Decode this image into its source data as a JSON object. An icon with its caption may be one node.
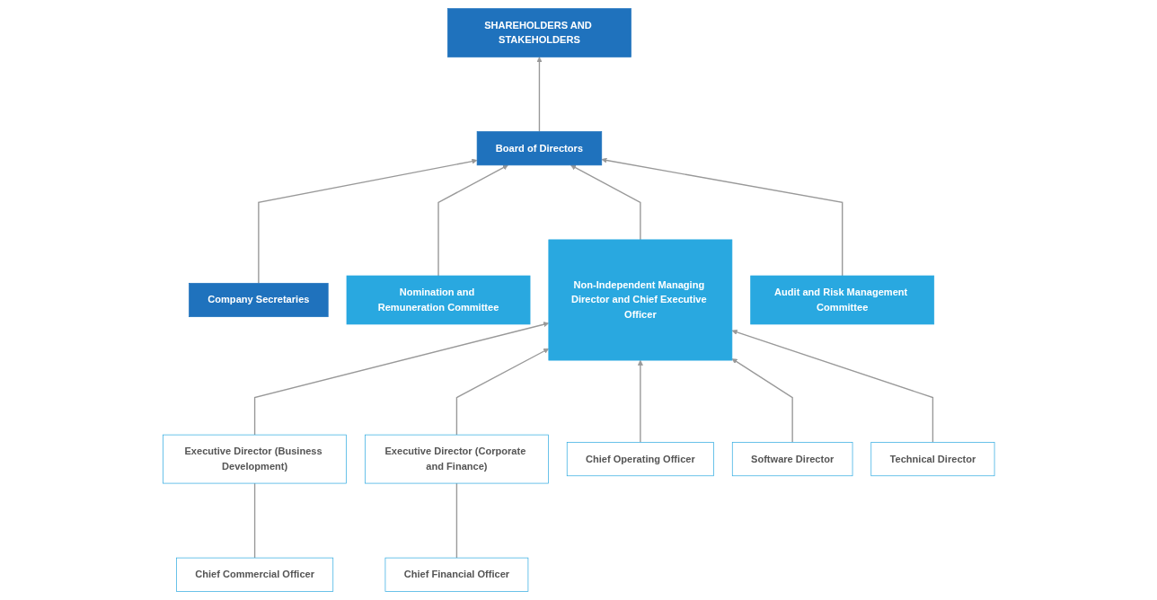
{
  "diagram": {
    "nodes": [
      {
        "text": [
          "SHAREHOLDERS AND STAKEHOLDERS"
        ]
      },
      {
        "text": [
          "Company Secretaries"
        ]
      },
      {
        "text": [
          "Board of Directors"
        ]
      },
      {
        "text": [
          "Nomination and Remuneration Committee"
        ]
      },
      {
        "text": [
          "Non-Independent Managing Director and Chief Executive Officer"
        ]
      },
      {
        "text": [
          "Audit and Risk Management Committee"
        ]
      },
      {
        "text": [
          "Executive Director (Business Development)"
        ]
      },
      {
        "text": [
          "Executive Director (Corporate and Finance)"
        ]
      },
      {
        "text": [
          "Chief Commercial Officer"
        ]
      },
      {
        "text": [
          "Chief Financial Officer"
        ]
      },
      {
        "text": [
          "Chief Operating Officer"
        ]
      },
      {
        "text": [
          "Software Director"
        ]
      },
      {
        "text": [
          "Technical Director"
        ]
      }
    ],
    "edges": [
      {
        "from": 2,
        "to": 0,
        "arrow": "to"
      },
      {
        "from": 1,
        "to": 2,
        "arrow": "to"
      },
      {
        "from": 3,
        "to": 2,
        "arrow": "to"
      },
      {
        "from": 4,
        "to": 2,
        "arrow": "to"
      },
      {
        "from": 5,
        "to": 2,
        "arrow": "to"
      },
      {
        "from": 6,
        "to": 4,
        "arrow": "to"
      },
      {
        "from": 7,
        "to": 4,
        "arrow": "to"
      },
      {
        "from": 10,
        "to": 4,
        "arrow": "to"
      },
      {
        "from": 11,
        "to": 4,
        "arrow": "to"
      },
      {
        "from": 12,
        "to": 4,
        "arrow": "to"
      },
      {
        "from": 8,
        "to": 6,
        "arrow": "none"
      },
      {
        "from": 9,
        "to": 7,
        "arrow": "none"
      }
    ]
  }
}
